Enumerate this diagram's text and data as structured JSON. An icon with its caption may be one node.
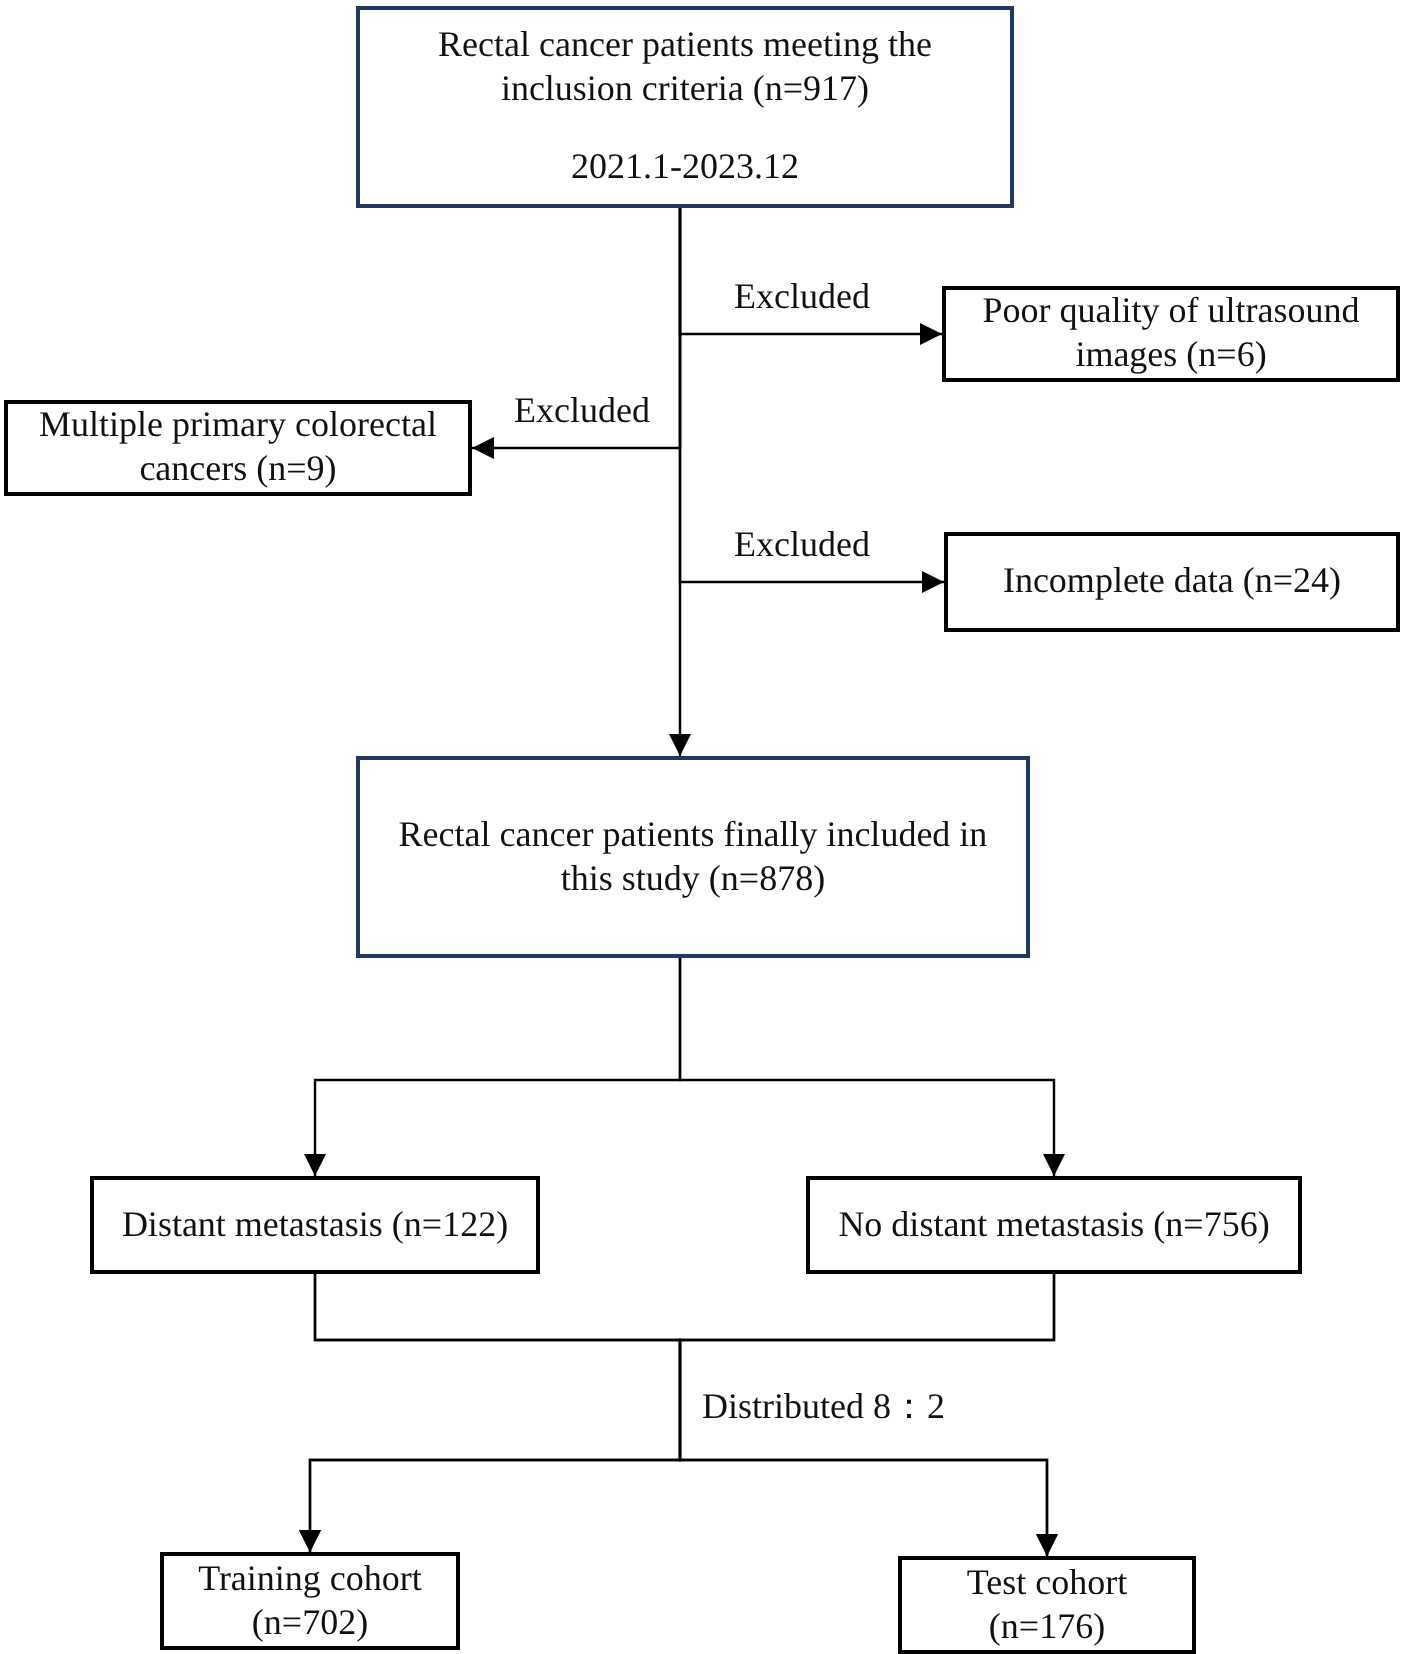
{
  "diagram": {
    "nodes": [
      {
        "text": [
          "Rectal cancer patients meeting the inclusion criteria (n=917)",
          "2021.1-2023.12"
        ]
      },
      {
        "text": [
          "Poor quality of ultrasound images (n=6)"
        ]
      },
      {
        "text": [
          "Multiple primary colorectal cancers (n=9)"
        ]
      },
      {
        "text": [
          "Incomplete data (n=24)"
        ]
      },
      {
        "text": [
          "Rectal cancer patients finally included in this study (n=878)"
        ]
      },
      {
        "text": [
          "Distant metastasis (n=122)"
        ]
      },
      {
        "text": [
          "No distant metastasis (n=756)"
        ]
      },
      {
        "text": [
          "Training cohort (n=702)"
        ]
      },
      {
        "text": [
          "Test cohort (n=176)"
        ]
      }
    ],
    "edges": [
      {
        "from": 0,
        "to": 4,
        "arrow": "to"
      },
      {
        "from": 0,
        "to": 1,
        "arrow": "to",
        "label": "Excluded"
      },
      {
        "from": 0,
        "to": 2,
        "arrow": "to",
        "label": "Excluded"
      },
      {
        "from": 0,
        "to": 3,
        "arrow": "to",
        "label": "Excluded"
      },
      {
        "from": 4,
        "to": 5,
        "arrow": "to"
      },
      {
        "from": 4,
        "to": 6,
        "arrow": "to"
      },
      {
        "from": 5,
        "to": 7,
        "arrow": "to"
      },
      {
        "from": 5,
        "to": 8,
        "arrow": "to"
      },
      {
        "from": 6,
        "to": 7,
        "arrow": "to"
      },
      {
        "from": 6,
        "to": 8,
        "arrow": "to"
      }
    ],
    "labels": [
      "Distributed 8：2"
    ]
  }
}
